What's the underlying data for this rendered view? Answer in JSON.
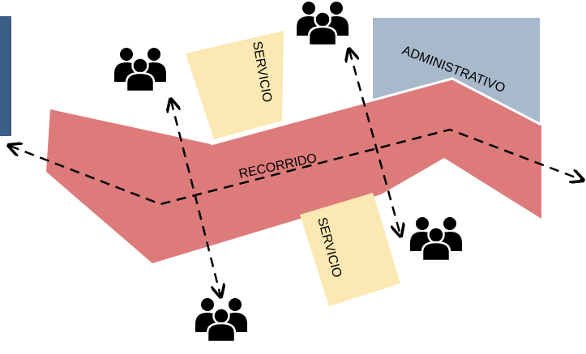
{
  "labels": {
    "recorrido": "RECORRIDO",
    "administrativo": "ADMINISTRATIVO",
    "servicio_top": "SERVICIO",
    "servicio_bottom": "SERVICIO"
  },
  "colors": {
    "corridor": "#dd7b7b",
    "service": "#fbe8b2",
    "admin": "#a9b9cc",
    "edge_block": "#3a5f86",
    "people": "#000000",
    "arrows": "#000000"
  },
  "icons": {
    "people_group": "people-group-icon"
  }
}
